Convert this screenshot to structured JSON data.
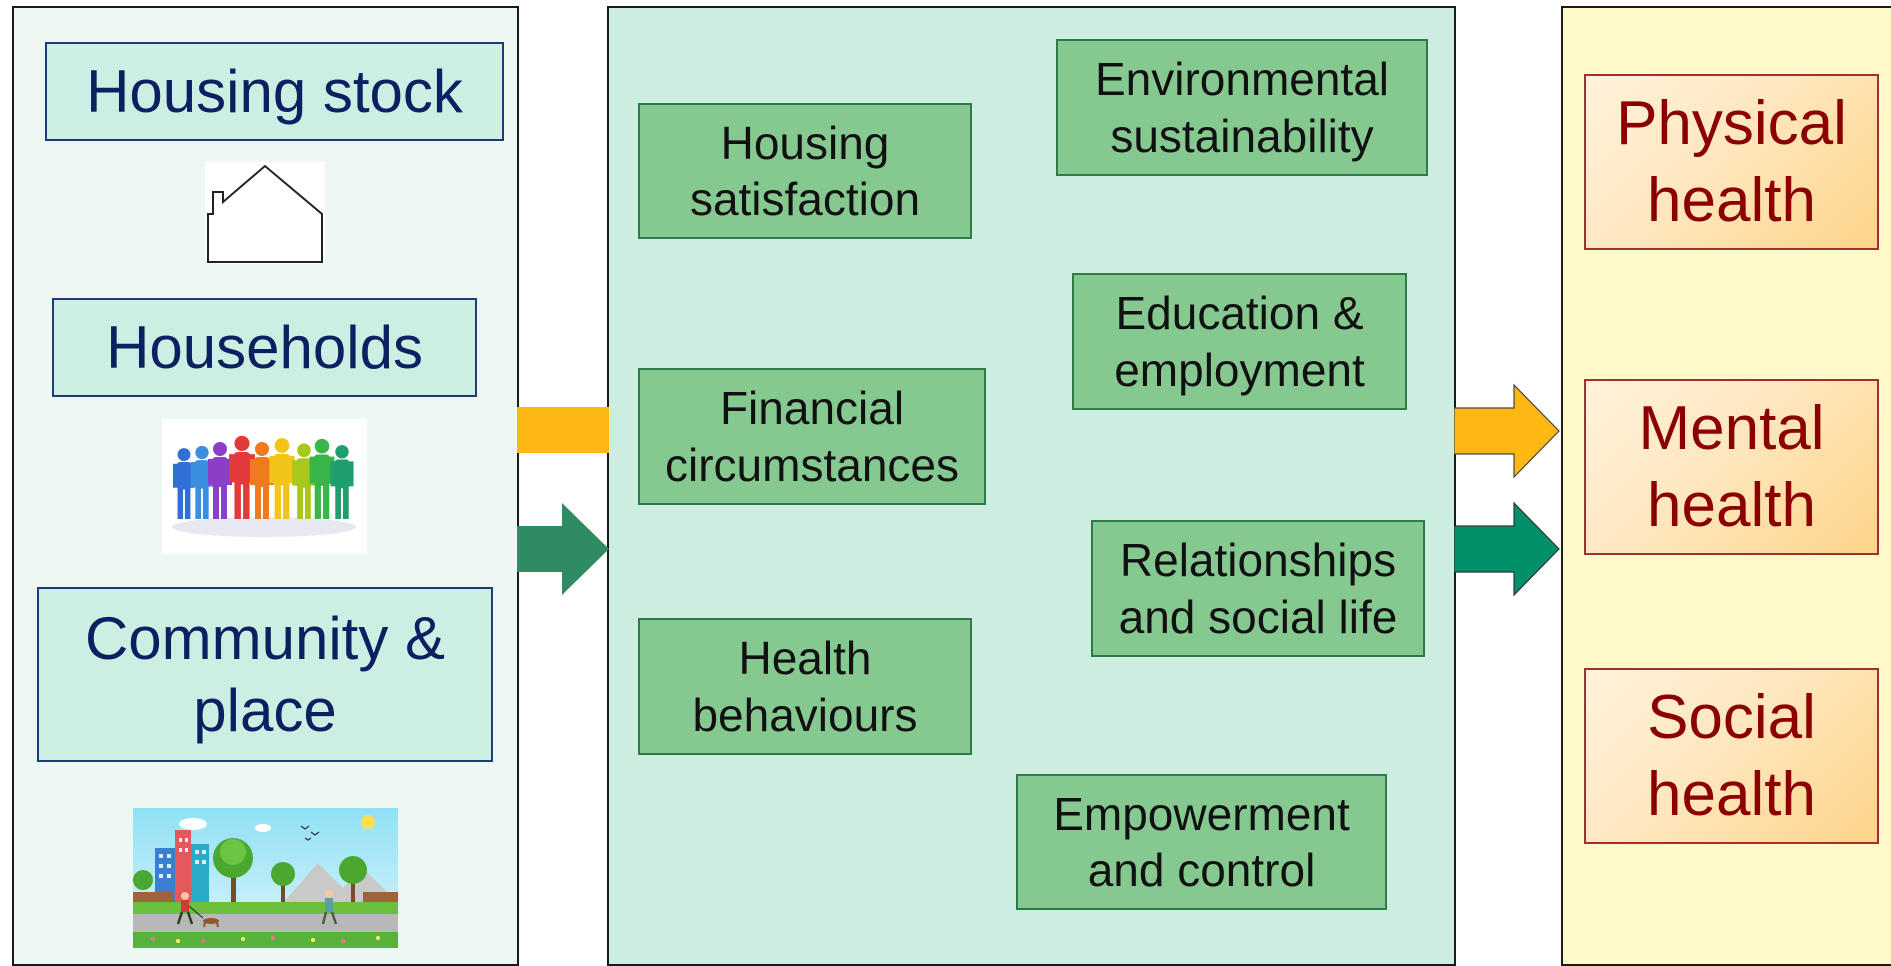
{
  "left": {
    "housing_stock": "Housing stock",
    "households": "Households",
    "community": "Community &\nplace"
  },
  "middle": {
    "housing_satisfaction": "Housing\nsatisfaction",
    "financial": "Financial\ncircumstances",
    "health_behaviours": "Health\nbehaviours",
    "environmental": "Environmental\nsustainability",
    "education": "Education &\nemployment",
    "relationships": "Relationships\nand social life",
    "empowerment": "Empowerment\nand control"
  },
  "right": {
    "physical": "Physical\nhealth",
    "mental": "Mental\nhealth",
    "social": "Social\nhealth"
  },
  "icons": {
    "house": "house-icon",
    "people": "people-group-icon",
    "park": "park-scene-icon"
  },
  "colors": {
    "arrow_yellow": "#fdb813",
    "arrow_green_left": "#2e8b62",
    "arrow_green_right": "#00906a"
  }
}
